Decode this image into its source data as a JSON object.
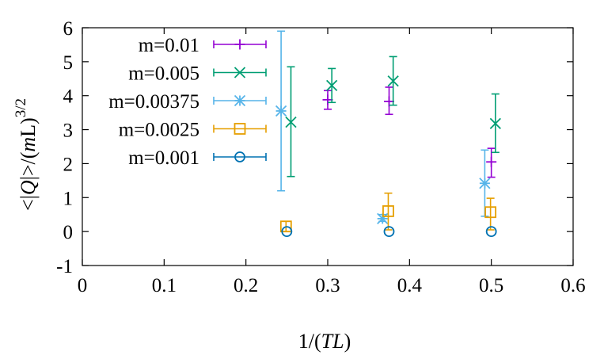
{
  "chart_data": {
    "type": "scatter",
    "title": "",
    "xlabel": "1/(TL)",
    "ylabel": "<|Q|>/(mL)^3/2",
    "xlim": [
      0,
      0.6
    ],
    "ylim": [
      -1,
      6
    ],
    "x_ticks": [
      "0",
      "0.1",
      "0.2",
      "0.3",
      "0.4",
      "0.5",
      "0.6"
    ],
    "y_ticks": [
      "-1",
      "0",
      "1",
      "2",
      "3",
      "4",
      "5",
      "6"
    ],
    "grid": false,
    "legend_position": "top-left",
    "series": [
      {
        "name": "m=0.01",
        "color": "#9400d3",
        "marker": "plus",
        "points": [
          {
            "x": 0.3,
            "y": 3.88,
            "ylow": 3.6,
            "yhigh": 4.15
          },
          {
            "x": 0.375,
            "y": 3.83,
            "ylow": 3.45,
            "yhigh": 4.25
          },
          {
            "x": 0.5,
            "y": 2.05,
            "ylow": 1.6,
            "yhigh": 2.45
          }
        ]
      },
      {
        "name": "m=0.005",
        "color": "#009e73",
        "marker": "cross",
        "points": [
          {
            "x": 0.255,
            "y": 3.22,
            "ylow": 1.62,
            "yhigh": 4.85
          },
          {
            "x": 0.305,
            "y": 4.3,
            "ylow": 3.8,
            "yhigh": 4.8
          },
          {
            "x": 0.38,
            "y": 4.43,
            "ylow": 3.72,
            "yhigh": 5.15
          },
          {
            "x": 0.505,
            "y": 3.18,
            "ylow": 2.33,
            "yhigh": 4.05
          }
        ]
      },
      {
        "name": "m=0.00375",
        "color": "#56b4e9",
        "marker": "star",
        "points": [
          {
            "x": 0.243,
            "y": 3.55,
            "ylow": 1.2,
            "yhigh": 5.9
          },
          {
            "x": 0.367,
            "y": 0.38,
            "ylow": 0.3,
            "yhigh": 0.5
          },
          {
            "x": 0.492,
            "y": 1.42,
            "ylow": 0.45,
            "yhigh": 2.4
          }
        ]
      },
      {
        "name": "m=0.0025",
        "color": "#e69f00",
        "marker": "square",
        "points": [
          {
            "x": 0.249,
            "y": 0.15,
            "ylow": 0.0,
            "yhigh": 0.3
          },
          {
            "x": 0.374,
            "y": 0.6,
            "ylow": 0.05,
            "yhigh": 1.13
          },
          {
            "x": 0.499,
            "y": 0.57,
            "ylow": 0.05,
            "yhigh": 0.98
          }
        ]
      },
      {
        "name": "m=0.001",
        "color": "#0072b2",
        "marker": "circle",
        "points": [
          {
            "x": 0.25,
            "y": 0.0,
            "ylow": 0.0,
            "yhigh": 0.0
          },
          {
            "x": 0.375,
            "y": 0.0,
            "ylow": 0.0,
            "yhigh": 0.0
          },
          {
            "x": 0.5,
            "y": 0.0,
            "ylow": 0.0,
            "yhigh": 0.0
          }
        ]
      }
    ]
  }
}
